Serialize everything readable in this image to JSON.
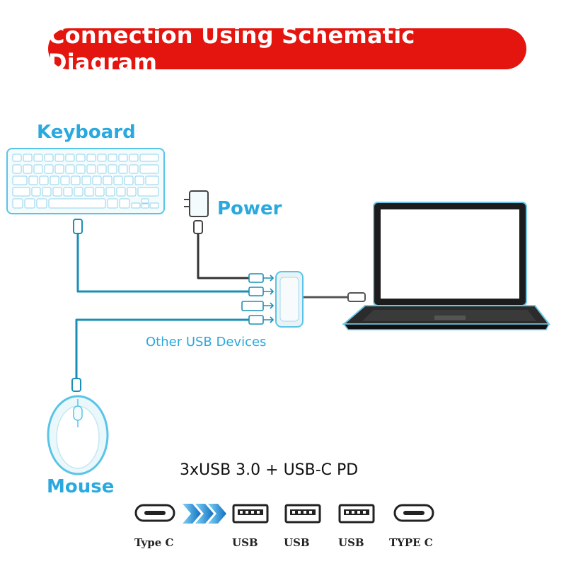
{
  "title": "Connection Using Schematic Diagram",
  "labels": {
    "keyboard": "Keyboard",
    "power": "Power",
    "mouse": "Mouse",
    "other_usb": "Other USB Devices"
  },
  "spec": "3xUSB 3.0 + USB-C PD",
  "ports": [
    {
      "label": "Type C",
      "icon": "usb-c-port-icon"
    },
    {
      "label": "USB",
      "icon": "usb-a-port-icon"
    },
    {
      "label": "USB",
      "icon": "usb-a-port-icon"
    },
    {
      "label": "USB",
      "icon": "usb-a-port-icon"
    },
    {
      "label": "TYPE C",
      "icon": "usb-c-port-icon"
    }
  ],
  "colors": {
    "title_bg": "#e4140f",
    "accent": "#2aa9de",
    "cable": "#1a8fb5"
  }
}
